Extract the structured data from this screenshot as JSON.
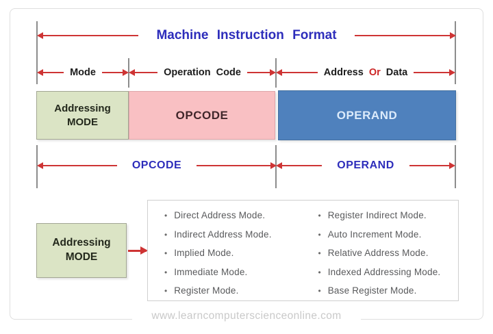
{
  "colors": {
    "arrow_red": "#ce3434",
    "or_red": "#cc2626",
    "title_blue": "#2d2dbb",
    "tick_gray": "#8c8c8c",
    "box_green_fill": "#dbe4c5",
    "box_green_border": "#a2a693",
    "box_pink_fill": "#f9c0c3",
    "box_pink_border": "#dfa6aa",
    "box_blue_fill": "#4f81bd",
    "box_blue_border": "#44709f",
    "opcode_text": "#41272b",
    "operand_text": "#dcebfb",
    "label_dark": "#1c1c1c",
    "list_text": "#58595b",
    "footer_gray": "#c9c9c9",
    "frame_border": "#dedede"
  },
  "title_dimension": {
    "label": "Machine Instruction Format"
  },
  "field_dimensions": {
    "mode": "Mode",
    "operation_code": "Operation Code",
    "address_part1": "Address",
    "address_part2": "Or",
    "address_part3": "Data"
  },
  "instruction_boxes": {
    "addressing_mode_line1": "Addressing",
    "addressing_mode_line2": "MODE",
    "opcode": "OPCODE",
    "operand": "OPERAND"
  },
  "lower_dimensions": {
    "opcode": "OPCODE",
    "operand": "OPERAND"
  },
  "addressing_modes": {
    "box_line1": "Addressing",
    "box_line2": "MODE",
    "left_column": [
      "Direct Address Mode.",
      "Indirect Address Mode.",
      "Implied Mode.",
      "Immediate Mode.",
      "Register Mode."
    ],
    "right_column": [
      "Register Indirect Mode.",
      "Auto Increment Mode.",
      "Relative Address Mode.",
      "Indexed Addressing Mode.",
      "Base Register Mode."
    ]
  },
  "footer": {
    "watermark": "www.learncomputerscienceonline.com"
  }
}
